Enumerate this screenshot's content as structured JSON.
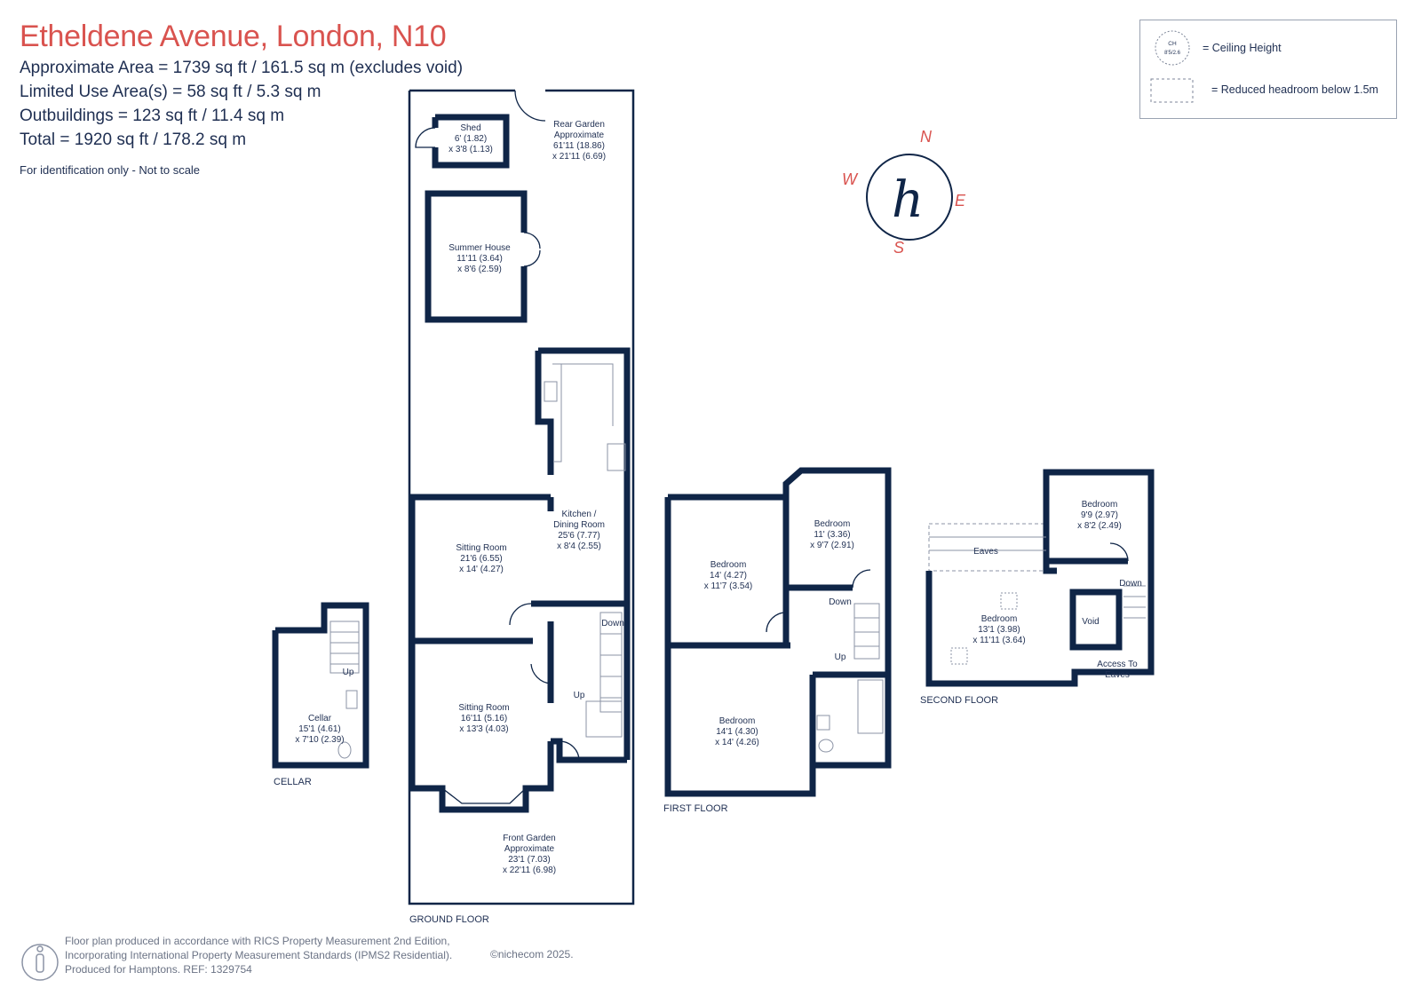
{
  "header": {
    "title": "Etheldene Avenue, London, N10",
    "approx_area": "Approximate Area = 1739 sq ft / 161.5 sq m (excludes void)",
    "limited_use": "Limited Use Area(s) = 58 sq ft / 5.3 sq m",
    "outbuildings": "Outbuildings = 123 sq ft / 11.4 sq m",
    "total": "Total = 1920 sq ft / 178.2 sq m",
    "disclaimer": "For identification only - Not to scale"
  },
  "legend": {
    "ch_circle_top": "CH",
    "ch_circle_bottom": "8'5/2.6",
    "ceiling_height": "= Ceiling Height",
    "reduced_headroom": "= Reduced headroom below 1.5m"
  },
  "compass": {
    "n": "N",
    "e": "E",
    "s": "S",
    "w": "W",
    "logo": "h"
  },
  "floors": {
    "ground": "GROUND FLOOR",
    "first": "FIRST FLOOR",
    "second": "SECOND FLOOR",
    "cellar": "CELLAR"
  },
  "rooms": {
    "shed": [
      "Shed",
      "6' (1.82)",
      "x 3'8 (1.13)"
    ],
    "rear_garden": [
      "Rear Garden",
      "Approximate",
      "61'11 (18.86)",
      "x 21'11 (6.69)"
    ],
    "summer_house": [
      "Summer House",
      "11'11 (3.64)",
      "x 8'6 (2.59)"
    ],
    "kitchen": [
      "Kitchen /",
      "Dining Room",
      "25'6 (7.77)",
      "x 8'4 (2.55)"
    ],
    "sitting_room_1": [
      "Sitting Room",
      "21'6 (6.55)",
      "x 14' (4.27)"
    ],
    "sitting_room_2": [
      "Sitting Room",
      "16'11 (5.16)",
      "x 13'3 (4.03)"
    ],
    "front_garden": [
      "Front Garden",
      "Approximate",
      "23'1 (7.03)",
      "x 22'11 (6.98)"
    ],
    "cellar": [
      "Cellar",
      "15'1 (4.61)",
      "x 7'10 (2.39)"
    ],
    "ff_bedroom_1": [
      "Bedroom",
      "14' (4.27)",
      "x 11'7 (3.54)"
    ],
    "ff_bedroom_2": [
      "Bedroom",
      "11' (3.36)",
      "x 9'7 (2.91)"
    ],
    "ff_bedroom_3": [
      "Bedroom",
      "14'1 (4.30)",
      "x 14' (4.26)"
    ],
    "sf_bedroom_1": [
      "Bedroom",
      "9'9 (2.97)",
      "x 8'2 (2.49)"
    ],
    "sf_bedroom_2": [
      "Bedroom",
      "13'1 (3.98)",
      "x 11'11 (3.64)"
    ],
    "void": "Void",
    "eaves": "Eaves",
    "access_eaves": [
      "Access To",
      "Eaves"
    ]
  },
  "stairs": {
    "up": "Up",
    "down": "Down"
  },
  "footer": {
    "line1": "Floor plan produced in accordance with RICS Property Measurement 2nd Edition,",
    "line2": "Incorporating International Property Measurement Standards (IPMS2 Residential).",
    "line3": "Produced for Hamptons.   REF:  1329754",
    "copyright": "©nichecom 2025."
  },
  "colors": {
    "wall": "#0f2547",
    "accent": "#d9534f",
    "text": "#1f2f52"
  }
}
